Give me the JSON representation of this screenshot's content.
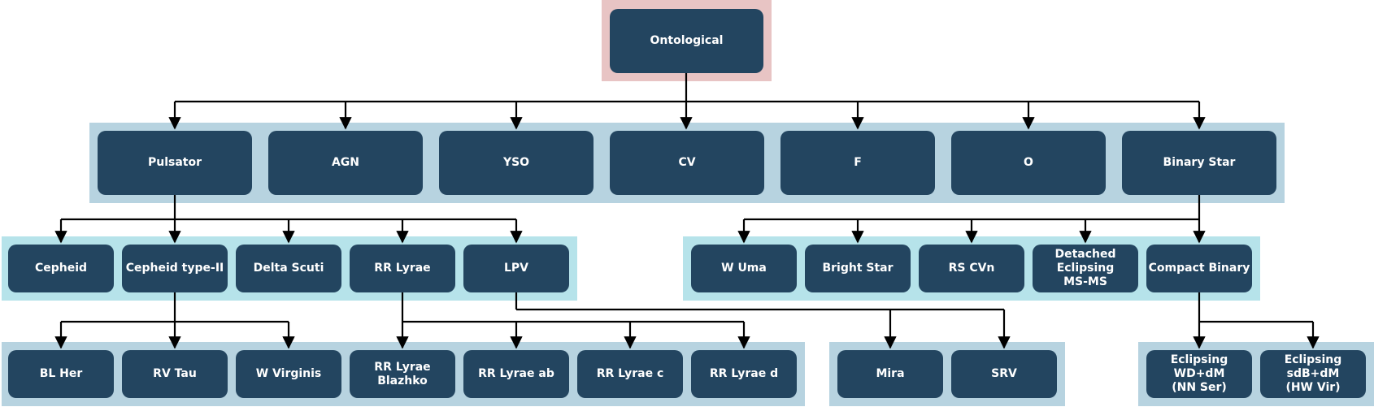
{
  "root": "Ontological",
  "level1": [
    "Pulsator",
    "AGN",
    "YSO",
    "CV",
    "F",
    "O",
    "Binary Star"
  ],
  "pulsator_children": [
    "Cepheid",
    "Cepheid type-II",
    "Delta Scuti",
    "RR Lyrae",
    "LPV"
  ],
  "binary_children": [
    "W Uma",
    "Bright Star",
    "RS CVn",
    "Detached Eclipsing\nMS-MS",
    "Compact Binary"
  ],
  "cepheid2_children": [
    "BL Her",
    "RV Tau",
    "W Virginis"
  ],
  "rrlyrae_children": [
    "RR Lyrae Blazhko",
    "RR Lyrae ab",
    "RR Lyrae c",
    "RR Lyrae d"
  ],
  "lpv_children": [
    "Mira",
    "SRV"
  ],
  "compact_children": [
    "Eclipsing WD+dM\n(NN Ser)",
    "Eclipsing sdB+dM\n(HW Vir)"
  ]
}
